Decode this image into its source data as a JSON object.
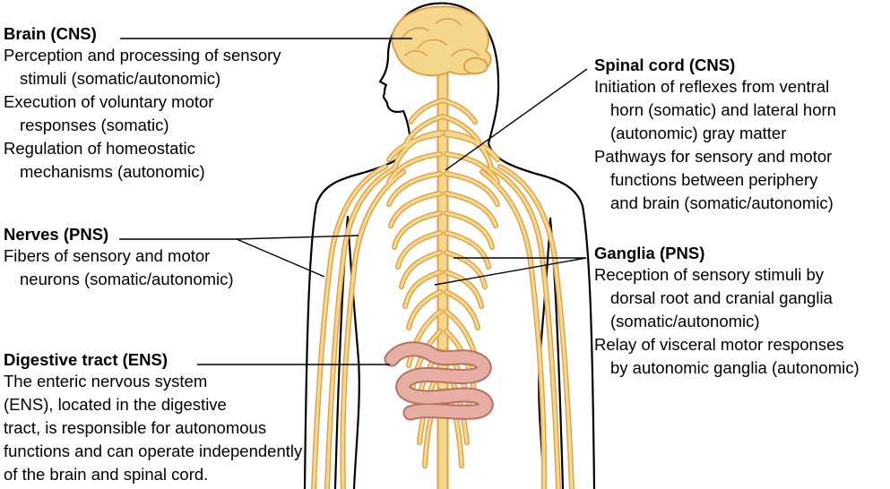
{
  "diagram": {
    "colors": {
      "nerve_outline": "#DFA045",
      "nerve_fill": "#F5D88D",
      "intestine_outline": "#B97064",
      "intestine_fill": "#E7AFA3",
      "outline": "#000000",
      "leader_line": "#000000",
      "text": "#000000",
      "background": "#FFFFFF"
    },
    "callouts": {
      "brain": {
        "title": "Brain (CNS)",
        "items": [
          [
            "Perception and processing of sensory",
            "stimuli (somatic/autonomic)"
          ],
          [
            "Execution of voluntary motor",
            "responses (somatic)"
          ],
          [
            "Regulation of homeostatic",
            "mechanisms (autonomic)"
          ]
        ]
      },
      "nerves": {
        "title": "Nerves (PNS)",
        "items": [
          [
            "Fibers of sensory and motor",
            "neurons (somatic/autonomic)"
          ]
        ]
      },
      "digestive": {
        "title": "Digestive tract (ENS)",
        "paragraph": [
          "The enteric nervous system",
          "(ENS), located in the digestive",
          "tract, is responsible for autonomous",
          "functions and can operate independently",
          "of the brain and spinal cord."
        ]
      },
      "spinal": {
        "title": "Spinal cord (CNS)",
        "items": [
          [
            "Initiation of reflexes from ventral",
            "horn (somatic) and lateral horn",
            "(autonomic) gray matter"
          ],
          [
            "Pathways for sensory and motor",
            "functions between periphery",
            "and brain (somatic/autonomic)"
          ]
        ]
      },
      "ganglia": {
        "title": "Ganglia (PNS)",
        "items": [
          [
            "Reception of sensory stimuli by",
            "dorsal root and cranial ganglia",
            "(somatic/autonomic)"
          ],
          [
            "Relay of visceral motor responses",
            "by autonomic ganglia (autonomic)"
          ]
        ]
      }
    }
  }
}
